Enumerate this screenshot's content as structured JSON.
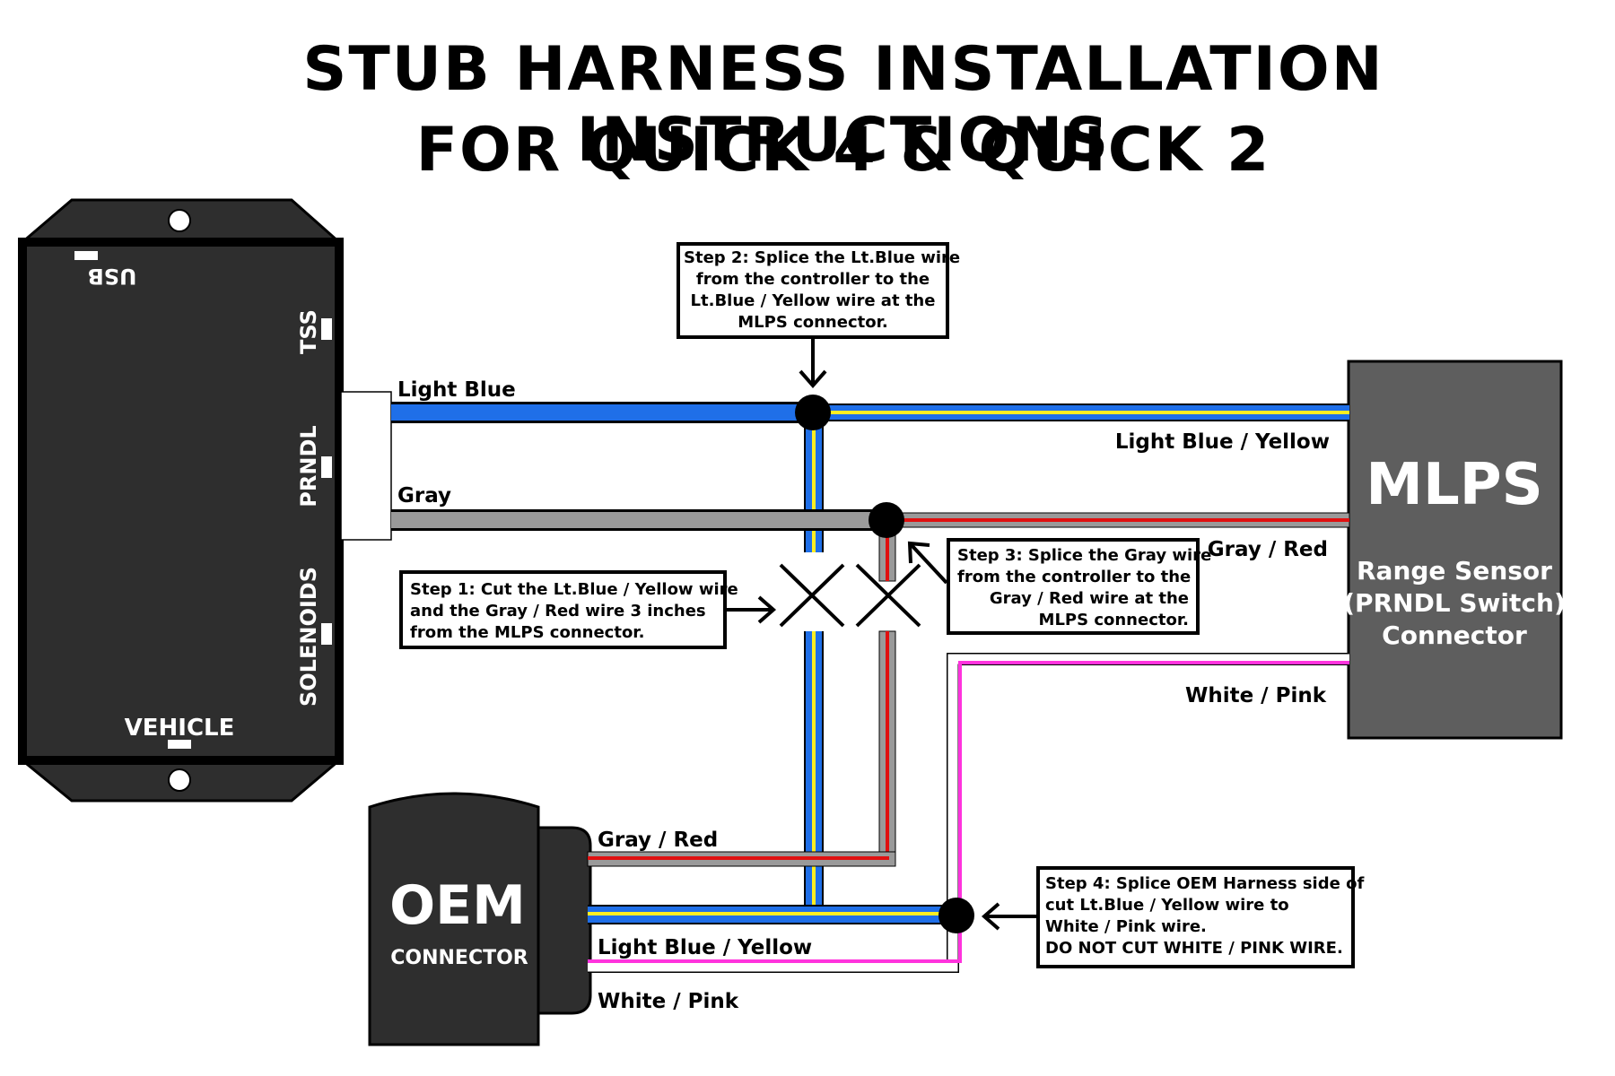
{
  "title": {
    "line1": "STUB HARNESS INSTALLATION INSTRUCTIONS",
    "line2": "FOR QUICK 4 & QUICK 2"
  },
  "controller": {
    "port_usb": "USB",
    "port_tss": "TSS",
    "port_prndl": "PRNDL",
    "port_solenoids": "SOLENOIDS",
    "port_vehicle": "VEHICLE"
  },
  "mlps": {
    "title": "MLPS",
    "line1": "Range Sensor",
    "line2": "(PRNDL Switch)",
    "line3": "Connector"
  },
  "oem": {
    "title": "OEM",
    "subtitle": "CONNECTOR"
  },
  "wires": {
    "light_blue": "Light Blue",
    "light_blue_yellow_top": "Light Blue / Yellow",
    "gray": "Gray",
    "gray_red_top": "Gray / Red",
    "white_pink_top": "White / Pink",
    "gray_red_bottom": "Gray / Red",
    "light_blue_yellow_bottom": "Light Blue / Yellow",
    "white_pink_bottom": "White / Pink"
  },
  "steps": {
    "step1": [
      "Step 1: Cut the Lt.Blue / Yellow wire",
      "and the Gray / Red wire 3 inches",
      "from the MLPS connector."
    ],
    "step2": [
      "Step 2: Splice the Lt.Blue wire",
      "from the controller to the",
      "Lt.Blue / Yellow wire at the",
      "MLPS connector."
    ],
    "step3": [
      "Step 3: Splice the Gray wire",
      "from the controller to the",
      "Gray / Red wire at the",
      "MLPS connector."
    ],
    "step4": [
      "Step 4: Splice OEM Harness side of",
      "cut Lt.Blue / Yellow wire to",
      "White / Pink wire.",
      "DO NOT CUT WHITE / PINK WIRE."
    ]
  },
  "colors": {
    "light_blue": "#1f6fe8",
    "yellow": "#ffee22",
    "gray": "#9a9a9a",
    "red": "#e01010",
    "pink": "#ff33dd",
    "module": "#2e2e2e",
    "mlps": "#5e5e5e"
  }
}
